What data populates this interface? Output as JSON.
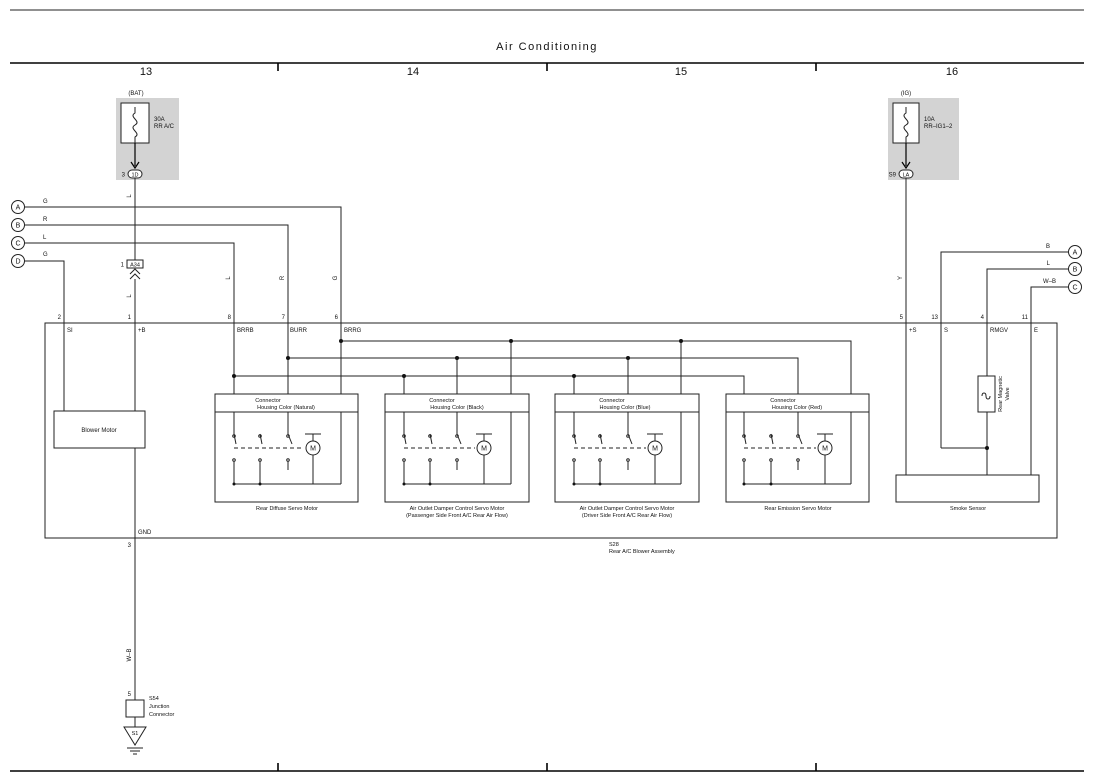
{
  "title": "Air Conditioning",
  "columns": [
    "13",
    "14",
    "15",
    "16"
  ],
  "fuses": [
    {
      "source": "(BAT)",
      "rating": "30A",
      "name": "RR A/C",
      "pin": "3",
      "connector": "1D"
    },
    {
      "source": "(IG)",
      "rating": "10A",
      "name": "RR–IG1–2",
      "pin": "S9",
      "connector": "LA"
    }
  ],
  "left_refs": [
    {
      "letter": "A",
      "color": "G"
    },
    {
      "letter": "B",
      "color": "R"
    },
    {
      "letter": "C",
      "color": "L"
    },
    {
      "letter": "D",
      "color": "G"
    }
  ],
  "right_refs": [
    {
      "letter": "A",
      "color": "B"
    },
    {
      "letter": "B",
      "color": "L"
    },
    {
      "letter": "C",
      "color": "W–B"
    }
  ],
  "wire_colors": {
    "bat": "L",
    "bat_lower": "L",
    "brrb": "L",
    "burr": "R",
    "brrg": "G",
    "ig": "Y",
    "ground": "W–B"
  },
  "junction_a34": {
    "pin": "1",
    "name": "A34"
  },
  "pins": {
    "si": {
      "num": "2",
      "name": "SI"
    },
    "b": {
      "num": "1",
      "name": "+B"
    },
    "brrb": {
      "num": "8",
      "name": "BRRB"
    },
    "burr": {
      "num": "7",
      "name": "BURR"
    },
    "brrg": {
      "num": "6",
      "name": "BRRG"
    },
    "ps": {
      "num": "5",
      "name": "+S"
    },
    "s": {
      "num": "13",
      "name": "S"
    },
    "rmgv": {
      "num": "4",
      "name": "RMGV"
    },
    "e": {
      "num": "11",
      "name": "E"
    },
    "gnd": {
      "num": "3",
      "name": "GND"
    }
  },
  "blower_motor": "Blower Motor",
  "motor_symbol": "M",
  "servos": [
    {
      "connector": "Connector",
      "housing": "Housing Color (Natural)",
      "name_line1": "Rear Diffuse Servo Motor",
      "name_line2": ""
    },
    {
      "connector": "Connector",
      "housing": "Housing Color (Black)",
      "name_line1": "Air Outlet Damper Control Servo Motor",
      "name_line2": "(Passenger Side Front A/C Rear Air Flow)"
    },
    {
      "connector": "Connector",
      "housing": "Housing Color (Blue)",
      "name_line1": "Air Outlet Damper Control Servo Motor",
      "name_line2": "(Driver Side Front A/C Rear Air Flow)"
    },
    {
      "connector": "Connector",
      "housing": "Housing Color (Red)",
      "name_line1": "Rear Emission Servo Motor",
      "name_line2": ""
    }
  ],
  "magnetic_valve": {
    "line1": "Rear Magnetic",
    "line2": "Valve"
  },
  "smoke_sensor": "Smoke Sensor",
  "assembly": {
    "code": "S28",
    "name": "Rear A/C Blower Assembly"
  },
  "ground_connector": {
    "pin": "5",
    "code": "S54",
    "line1": "Junction",
    "line2": "Connector"
  },
  "ground_point": "S1"
}
